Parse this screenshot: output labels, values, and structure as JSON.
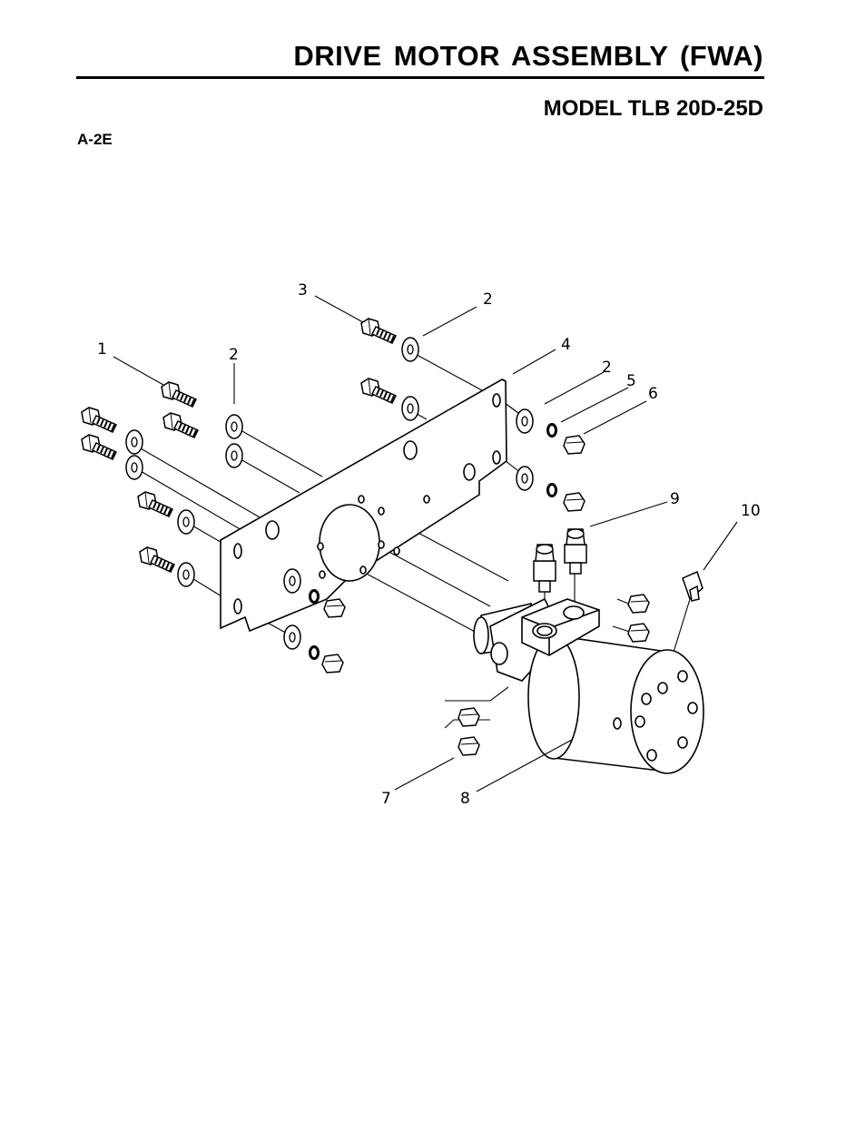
{
  "header": {
    "title": "DRIVE MOTOR ASSEMBLY (FWA)",
    "model": "MODEL TLB 20D-25D",
    "ref_code": "A-2E"
  },
  "callouts": [
    "1",
    "2",
    "3",
    "2",
    "4",
    "2",
    "5",
    "6",
    "9",
    "10",
    "7",
    "8"
  ]
}
